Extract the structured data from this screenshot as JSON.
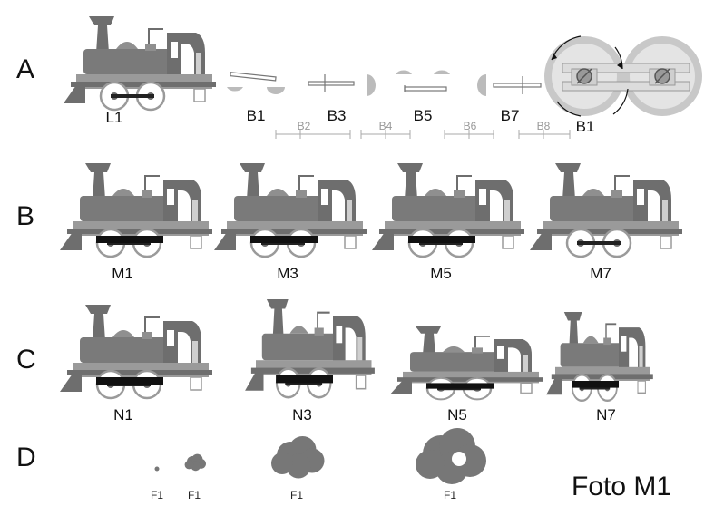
{
  "rows": {
    "a": "A",
    "b": "B",
    "c": "C",
    "d": "D"
  },
  "row_a": {
    "loco_caption": "L1",
    "parts": [
      {
        "label": "B1",
        "icon": "side-rod-icon"
      },
      {
        "label": "B3",
        "icon": "crosshead-icon"
      },
      {
        "label": "B5",
        "icon": "connecting-rod-icon"
      },
      {
        "label": "B7",
        "icon": "piston-rod-icon"
      }
    ],
    "dimensions": [
      "B2",
      "B4",
      "B6",
      "B8"
    ],
    "wheelset_caption": "B1"
  },
  "row_b": {
    "captions": [
      "M1",
      "M3",
      "M5",
      "M7"
    ]
  },
  "row_c": {
    "captions": [
      "N1",
      "N3",
      "N5",
      "N7"
    ]
  },
  "row_d": {
    "captions": [
      "F1",
      "F1",
      "F1",
      "F1"
    ]
  },
  "footer": {
    "foto_label": "Foto M1"
  },
  "colors": {
    "body_dark": "#6e6e6e",
    "body_mid": "#8f8f8f",
    "body_light": "#b3b3b3",
    "wheel_ring": "#c8c8c8",
    "smoke": "#777777"
  }
}
